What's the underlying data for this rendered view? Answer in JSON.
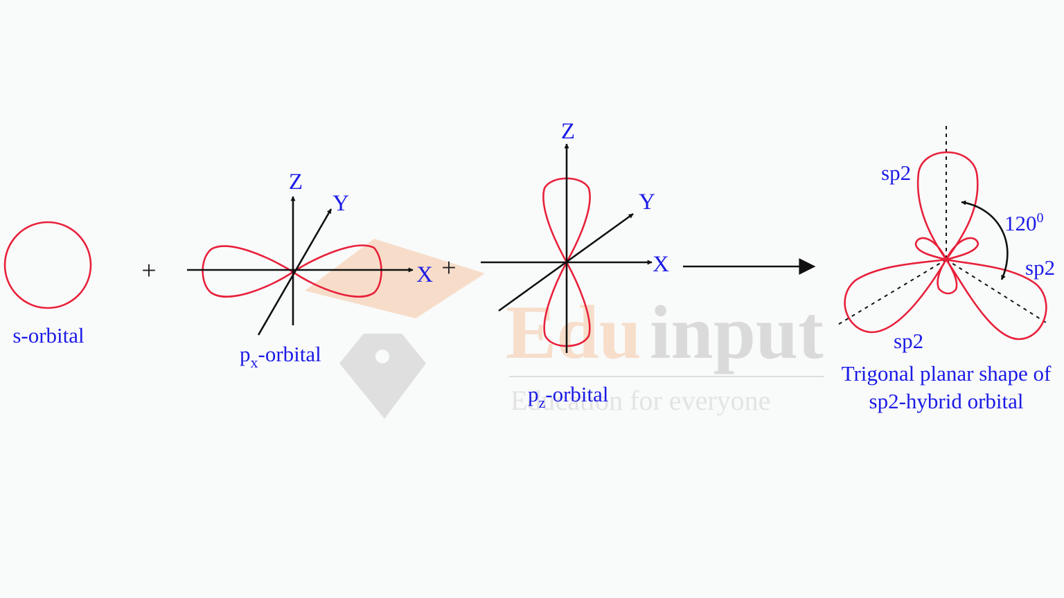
{
  "colors": {
    "orbital": "#e8203a",
    "label": "#1a1ae6",
    "axis": "#111111",
    "background": "#f9fafa",
    "watermark_orange": "#f6d3b8",
    "watermark_gray": "#d8d8d8"
  },
  "watermark": {
    "brand_part1": "Edu",
    "brand_part2": "input",
    "tagline": "Education for everyone"
  },
  "s_orbital": {
    "label": "s-orbital"
  },
  "plus_sign": "+",
  "px_orbital": {
    "label_main": "p",
    "label_sub": "x",
    "label_rest": "-orbital",
    "axis_x": "X",
    "axis_y": "Y",
    "axis_z": "Z"
  },
  "pz_orbital": {
    "label_main": "p",
    "label_sub": "z",
    "label_rest": "-orbital",
    "axis_x": "X",
    "axis_y": "Y",
    "axis_z": "Z"
  },
  "hybrid": {
    "lobe_label": "sp2",
    "angle_label": "120",
    "angle_sup": "0",
    "caption_line1": "Trigonal planar shape of",
    "caption_line2": "sp2-hybrid orbital"
  }
}
